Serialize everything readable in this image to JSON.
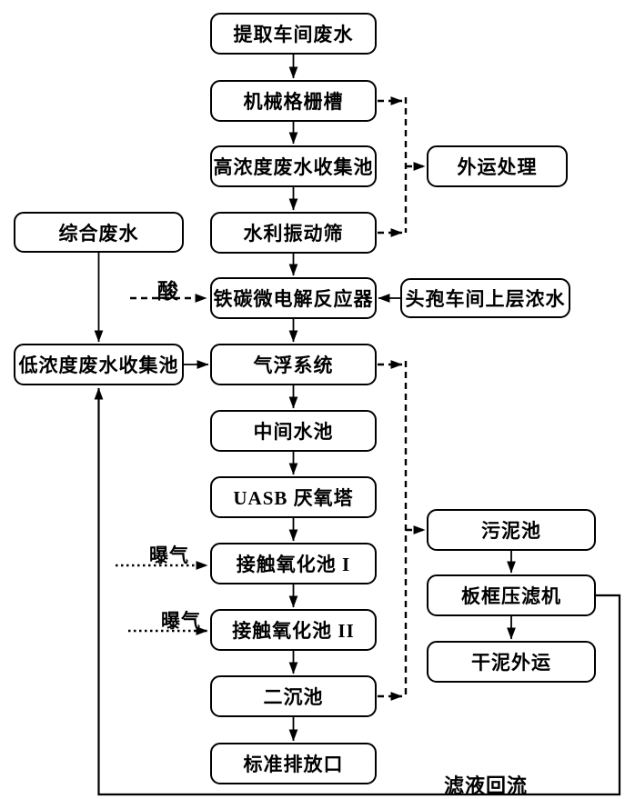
{
  "figure": {
    "type": "flowchart",
    "background_color": "#ffffff",
    "line_color": "#000000",
    "nodes": {
      "extraction_wastewater": "提取车间废水",
      "mechanical_grid": "机械格栅槽",
      "high_conc_collection": "高浓度废水收集池",
      "hydraulic_vibrating_screen": "水利振动筛",
      "iron_carbon_reactor": "铁碳微电解反应器",
      "air_flotation": "气浮系统",
      "intermediate_pool": "中间水池",
      "uasb_tower": "UASB 厌氧塔",
      "contact_oxidation_1": "接触氧化池 I",
      "contact_oxidation_2": "接触氧化池 II",
      "secondary_sedimentation": "二沉池",
      "standard_outlet": "标准排放口",
      "comprehensive_wastewater": "综合废水",
      "low_conc_collection": "低浓度废水收集池",
      "outward_treatment": "外运处理",
      "cephalosporin_concentrate": "头孢车间上层浓水",
      "sludge_pool": "污泥池",
      "plate_frame_filter_press": "板框压滤机",
      "dry_sludge_outward": "干泥外运"
    },
    "flow_labels": {
      "acid": "酸",
      "aeration_1": "曝气",
      "aeration_2": "曝气",
      "filtrate_reflux": "滤液回流"
    },
    "edges": [
      {
        "from": "提取车间废水",
        "to": "机械格栅槽",
        "style": "solid"
      },
      {
        "from": "机械格栅槽",
        "to": "高浓度废水收集池",
        "style": "solid"
      },
      {
        "from": "高浓度废水收集池",
        "to": "水利振动筛",
        "style": "solid"
      },
      {
        "from": "水利振动筛",
        "to": "铁碳微电解反应器",
        "style": "solid"
      },
      {
        "from": "铁碳微电解反应器",
        "to": "气浮系统",
        "style": "solid"
      },
      {
        "from": "气浮系统",
        "to": "中间水池",
        "style": "solid"
      },
      {
        "from": "中间水池",
        "to": "UASB 厌氧塔",
        "style": "solid"
      },
      {
        "from": "UASB 厌氧塔",
        "to": "接触氧化池 I",
        "style": "solid"
      },
      {
        "from": "接触氧化池 I",
        "to": "接触氧化池 II",
        "style": "solid"
      },
      {
        "from": "接触氧化池 II",
        "to": "二沉池",
        "style": "solid"
      },
      {
        "from": "二沉池",
        "to": "标准排放口",
        "style": "solid"
      },
      {
        "from": "综合废水",
        "to": "低浓度废水收集池",
        "style": "solid"
      },
      {
        "from": "低浓度废水收集池",
        "to": "气浮系统",
        "style": "solid"
      },
      {
        "from": "头孢车间上层浓水",
        "to": "铁碳微电解反应器",
        "style": "solid"
      },
      {
        "from": "酸",
        "to": "铁碳微电解反应器",
        "style": "dashed"
      },
      {
        "from": "机械格栅槽",
        "to": "外运处理",
        "style": "dashed"
      },
      {
        "from": "水利振动筛",
        "to": "外运处理",
        "style": "dashed"
      },
      {
        "from": "气浮系统",
        "to": "污泥池",
        "style": "dashed"
      },
      {
        "from": "二沉池",
        "to": "污泥池",
        "style": "dashed"
      },
      {
        "from": "污泥池",
        "to": "板框压滤机",
        "style": "solid"
      },
      {
        "from": "板框压滤机",
        "to": "干泥外运",
        "style": "solid"
      },
      {
        "from": "板框压滤机",
        "to": "低浓度废水收集池",
        "style": "solid",
        "label": "滤液回流"
      },
      {
        "from": "曝气",
        "to": "接触氧化池 I",
        "style": "dotted"
      },
      {
        "from": "曝气",
        "to": "接触氧化池 II",
        "style": "dotted"
      }
    ]
  }
}
